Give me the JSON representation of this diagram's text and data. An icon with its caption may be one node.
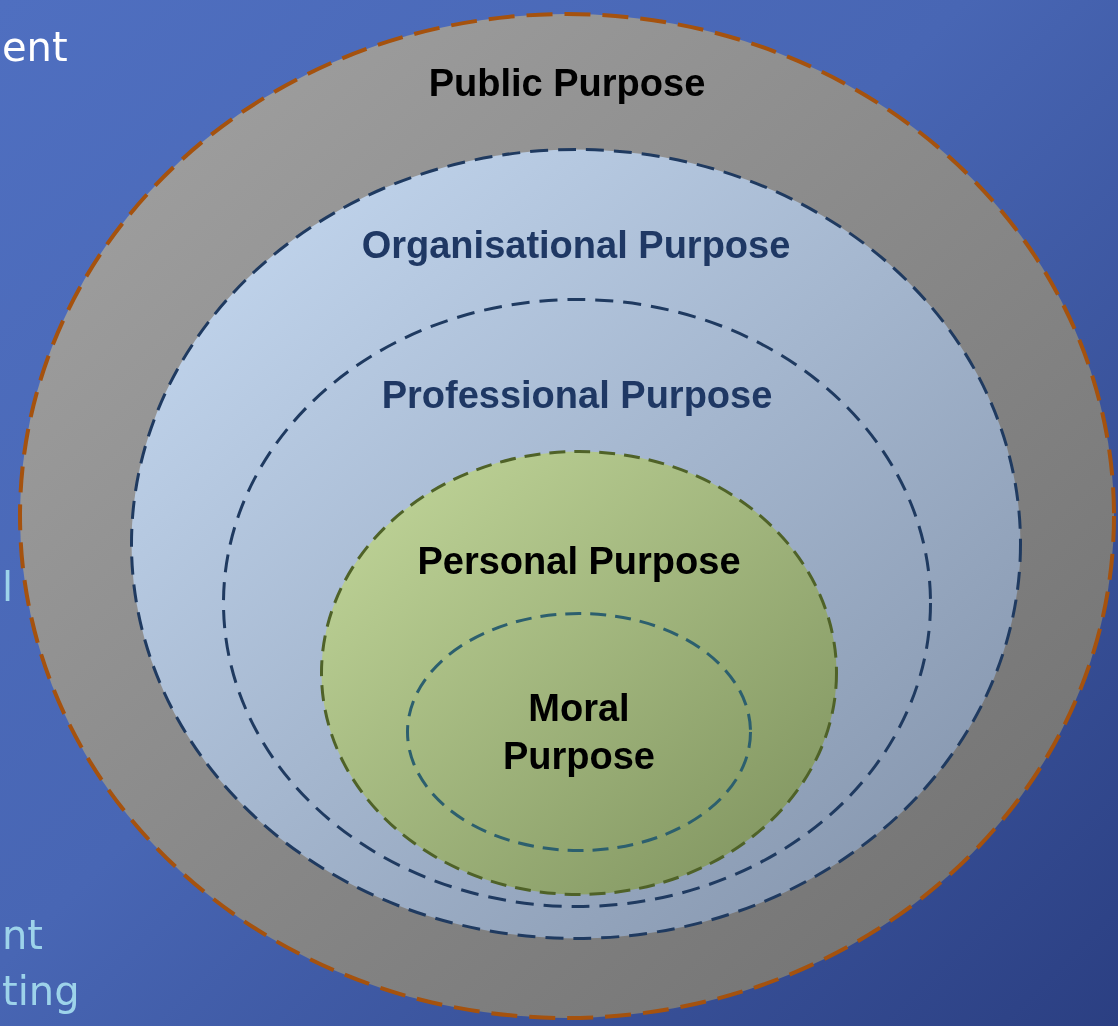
{
  "diagram": {
    "nodes": [
      {
        "text": [
          "Public Purpose"
        ]
      },
      {
        "text": [
          "Organisational Purpose"
        ],
        "in": 0
      },
      {
        "text": [
          "Professional Purpose"
        ],
        "in": 1
      },
      {
        "text": [
          "Personal Purpose"
        ],
        "in": 2
      },
      {
        "text": [
          "Moral Purpose"
        ],
        "in": 3
      }
    ],
    "labels": [
      "ent",
      "l",
      "nt",
      "ting"
    ]
  }
}
